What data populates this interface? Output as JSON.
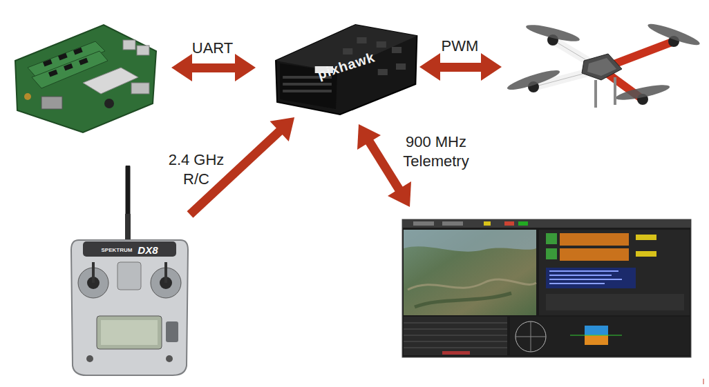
{
  "diagram": {
    "nodes": [
      {
        "text": [
          "pixhawk"
        ]
      },
      {
        "text": [
          "SPEKTRUM",
          "DX8"
        ]
      }
    ],
    "edges": [
      {
        "from": 1,
        "to": 0,
        "arrow": "to",
        "label": "2.4 GHz R/C"
      }
    ],
    "labels": [
      "UART",
      "PWM",
      "900 MHz Telemetry"
    ]
  }
}
